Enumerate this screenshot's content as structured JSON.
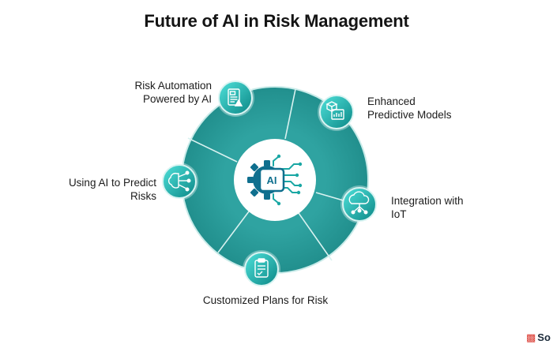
{
  "title": "Future of AI in Risk Management",
  "center": {
    "icon": "ai-chip-gear-icon",
    "text": "AI"
  },
  "items": [
    {
      "label": "Risk Automation Powered by AI",
      "line1": "Risk Automation",
      "line2": "Powered by AI",
      "icon": "document-checklist-warning-icon"
    },
    {
      "label": "Enhanced Predictive Models",
      "line1": "Enhanced",
      "line2": "Predictive Models",
      "icon": "analytics-cubes-chart-icon"
    },
    {
      "label": "Integration with IoT",
      "line1": "Integration with",
      "line2": "IoT",
      "icon": "cloud-iot-network-icon"
    },
    {
      "label": "Customized Plans for Risk",
      "line1": "Customized Plans for Risk",
      "line2": "",
      "icon": "clipboard-plan-icon"
    },
    {
      "label": "Using AI to Predict Risks",
      "line1": "Using AI to Predict",
      "line2": "Risks",
      "icon": "brain-circuit-icon"
    }
  ],
  "brand": {
    "text": "So",
    "icon": "brand-logo-icon"
  },
  "colors": {
    "ring": "#2a9c9a",
    "ring_edge": "#b7e3e1",
    "badge_light": "#3fd6d0",
    "badge_dark": "#0f8e8c",
    "center": "#ffffff",
    "text": "#1c1c1c"
  }
}
